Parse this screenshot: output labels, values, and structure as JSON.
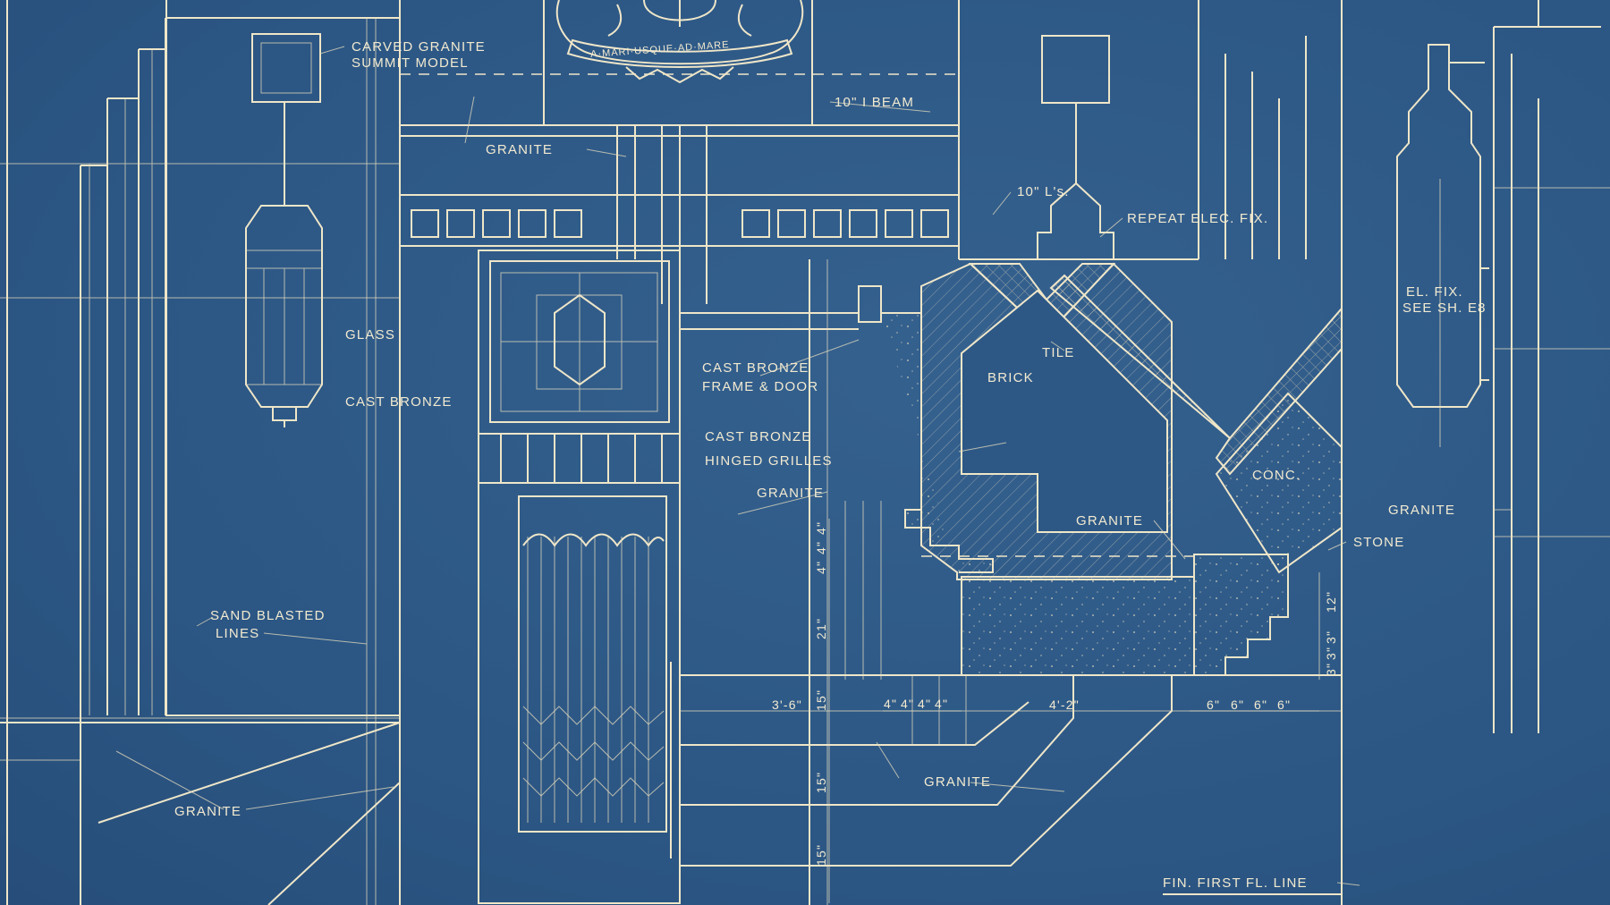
{
  "drawing": {
    "motto": "A·MARI·USQUE·AD·MARE",
    "labels": {
      "carved_granite_1": "CARVED GRANITE",
      "carved_granite_2": "SUMMIT MODEL",
      "i_beam": "10\" I BEAM",
      "granite_top": "GRANITE",
      "angles": "10\" L's.",
      "repeat_fix": "REPEAT ELEC. FIX.",
      "el_fix_1": "EL. FIX.",
      "el_fix_2": "SEE SH. E8",
      "glass": "GLASS",
      "cast_bronze": "CAST BRONZE",
      "frame_door_1": "CAST BRONZE",
      "frame_door_2": "FRAME & DOOR",
      "tile": "TILE",
      "brick": "BRICK",
      "grilles_1": "CAST BRONZE",
      "grilles_2": "HINGED GRILLES",
      "granite_mid": "GRANITE",
      "conc": "CONC.",
      "granite_plan": "GRANITE",
      "granite_right": "GRANITE",
      "stone": "STONE",
      "sand_1": "SAND BLASTED",
      "sand_2": "LINES",
      "granite_left": "GRANITE",
      "granite_steps": "GRANITE",
      "floor_line": "FIN. FIRST FL. LINE"
    },
    "dimensions": {
      "d_3_6": "3'-6\"",
      "v15a": "15\"",
      "v15b": "15\"",
      "v15c": "15\"",
      "v21": "21\"",
      "v4a": "4\"",
      "v4b": "4\"",
      "v4c": "4\"",
      "h4a": "4\"",
      "h4b": "4\"",
      "h4c": "4\"",
      "h4d": "4\"",
      "d_4_2": "4'-2\"",
      "h6a": "6\"",
      "h6b": "6\"",
      "h6c": "6\"",
      "h6d": "6\"",
      "v12": "12\"",
      "v3a": "3\"",
      "v3b": "3\"",
      "v3c": "3\""
    },
    "colors": {
      "paper": "#2d5886",
      "ink": "#efe6c8"
    }
  }
}
